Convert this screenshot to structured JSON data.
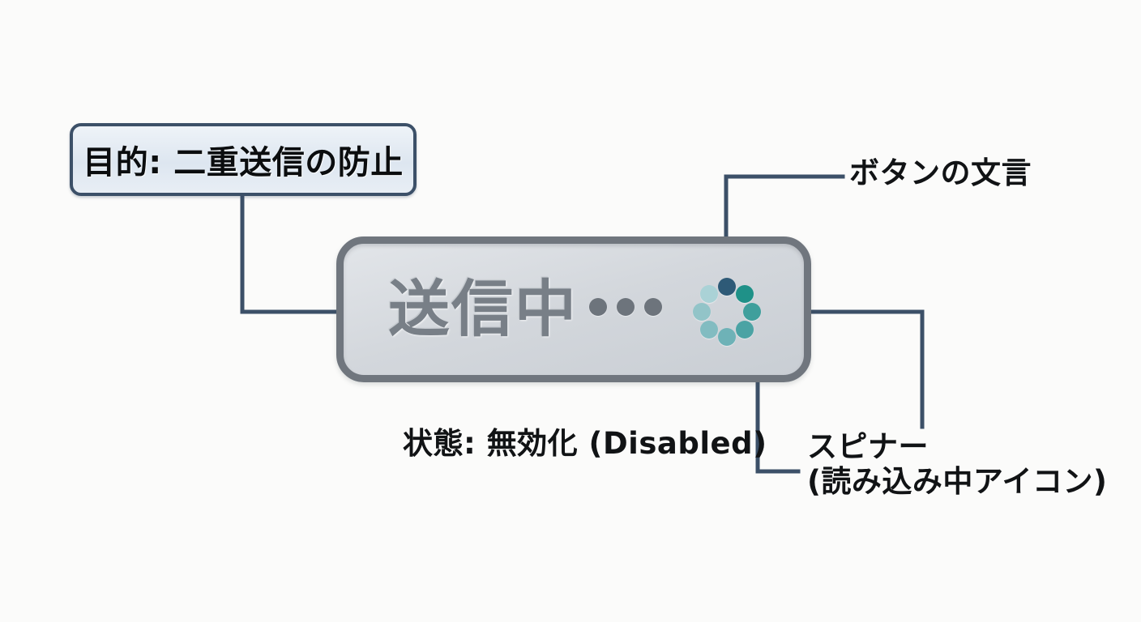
{
  "diagram": {
    "background_color": "#fbfbfa",
    "accent_line_color": "#3c5068"
  },
  "callout": {
    "label": "目的: 二重送信の防止",
    "border_color": "#3c5068",
    "fill_color": "#e5ecf4"
  },
  "button": {
    "label_text": "送信中",
    "ellipsis_dots": 3,
    "state": "disabled",
    "border_color": "#70767e",
    "fill_color": "#d3d7dc",
    "text_color": "#787f87"
  },
  "spinner": {
    "dot_count": 8,
    "dots": [
      {
        "position": "top",
        "angle": 270,
        "color": "#2e5a77"
      },
      {
        "position": "top-right",
        "angle": 315,
        "color": "#1f9188"
      },
      {
        "position": "right",
        "angle": 0,
        "color": "#3f9f9c"
      },
      {
        "position": "bottom-right",
        "angle": 45,
        "color": "#4ba3a4"
      },
      {
        "position": "bottom",
        "angle": 90,
        "color": "#6eb2b7"
      },
      {
        "position": "bottom-left",
        "angle": 135,
        "color": "#82bcc1"
      },
      {
        "position": "left",
        "angle": 180,
        "color": "#92c4c8"
      },
      {
        "position": "top-left",
        "angle": 225,
        "color": "#aad2d6"
      }
    ]
  },
  "annotations": {
    "button_text": "ボタンの文言",
    "state": "状態: 無効化 (Disabled)",
    "spinner_line1": "スピナー",
    "spinner_line2": "(読み込み中アイコン)"
  }
}
